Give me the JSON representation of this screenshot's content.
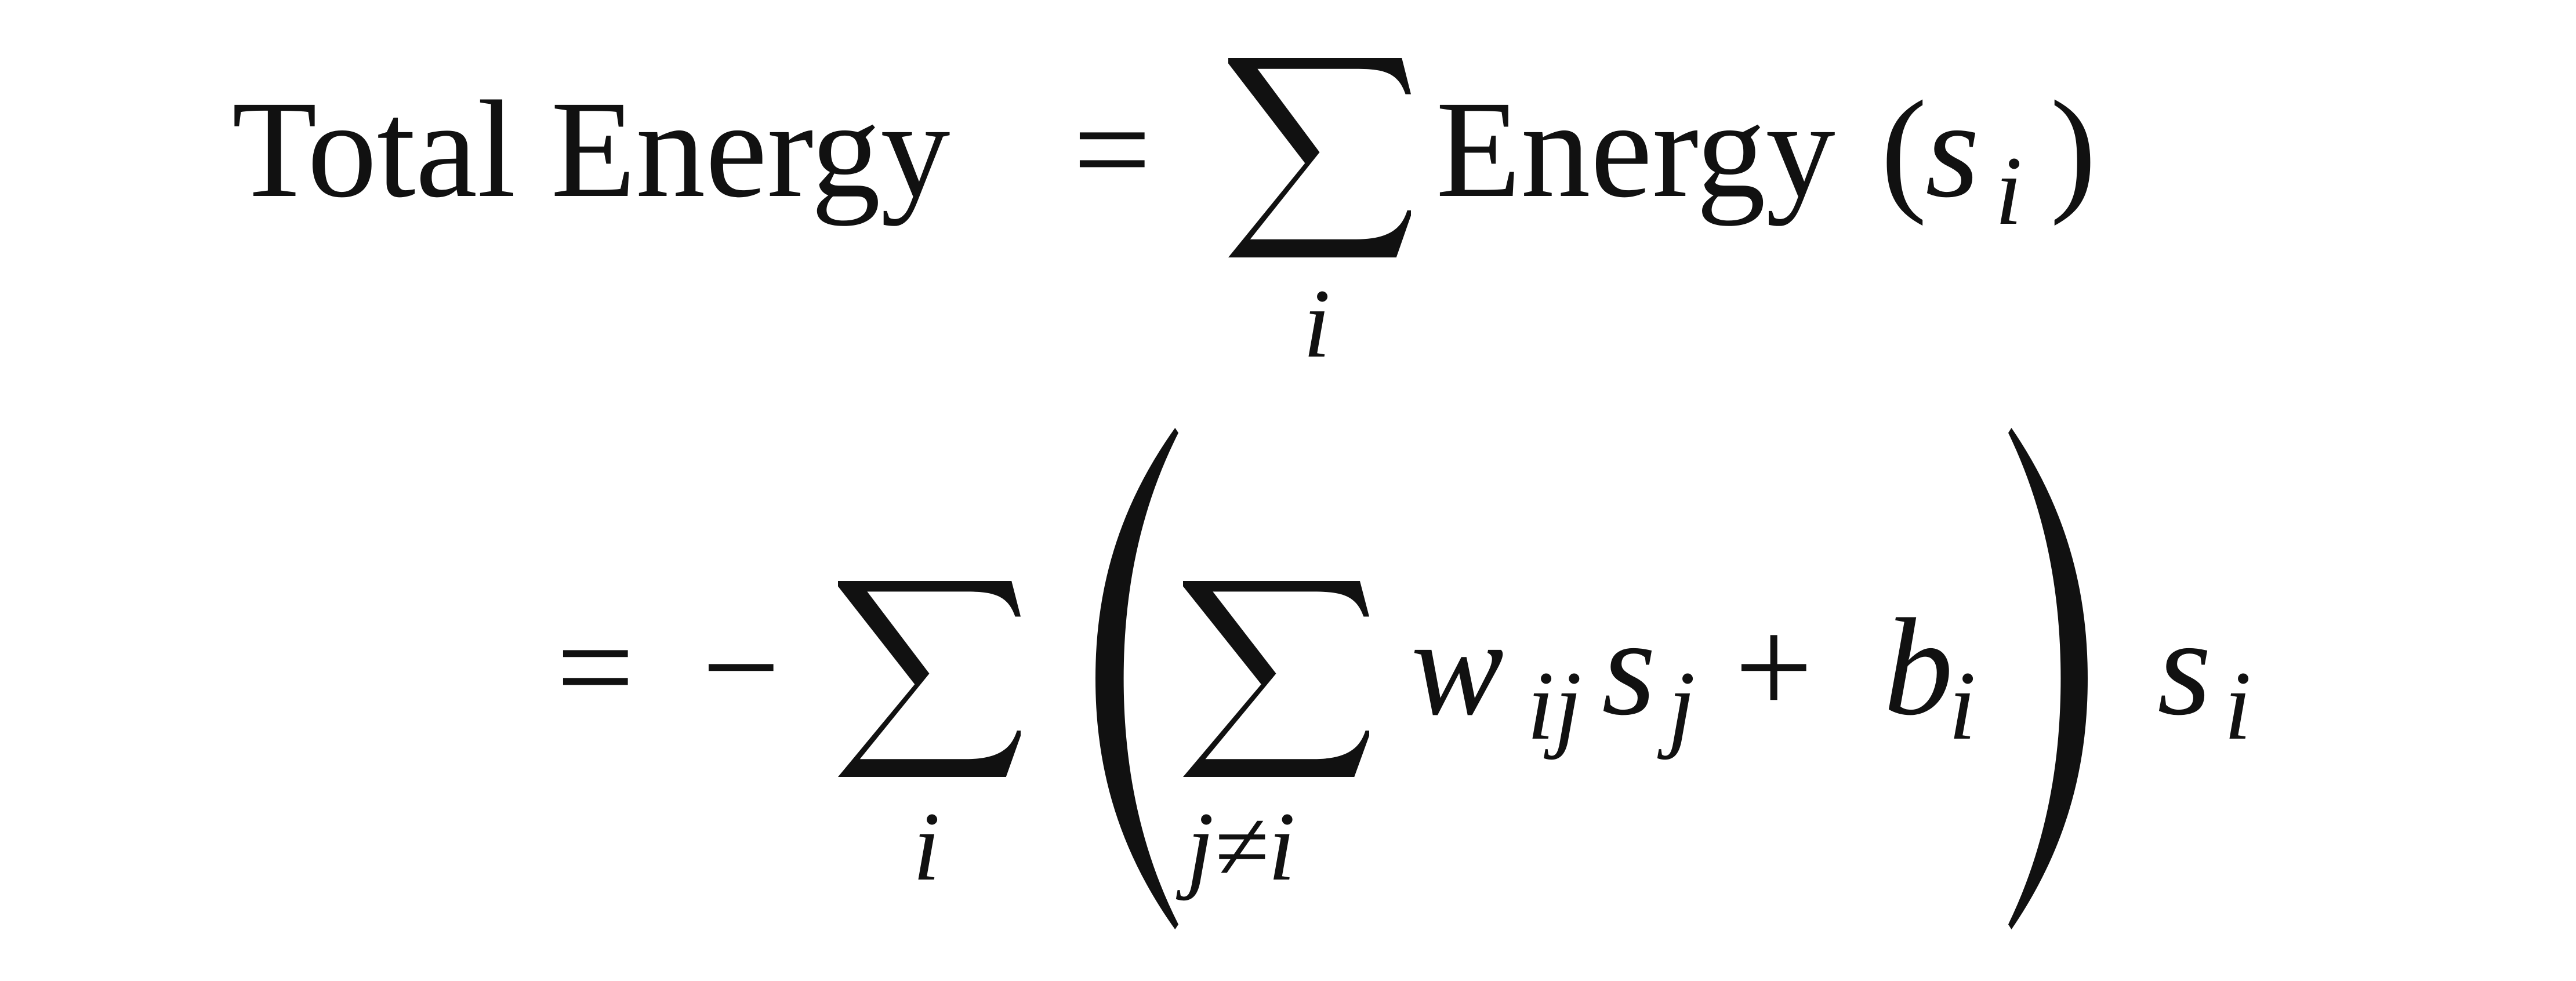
{
  "equation": {
    "line1": {
      "lhs": "Total Energy",
      "equals": "=",
      "sum_index": "i",
      "term": "Energy",
      "open_paren": "(",
      "arg": "s",
      "arg_sub": "i",
      "close_paren": ")"
    },
    "line2": {
      "equals": "=",
      "minus": "−",
      "outer_sum_index": "i",
      "inner_sum_index": "j≠i",
      "w": "w",
      "w_sub": "ij",
      "s": "s",
      "s_sub": "j",
      "plus": "+",
      "b": "b",
      "b_sub": "i",
      "s_outer": "s",
      "s_outer_sub": "i"
    }
  }
}
